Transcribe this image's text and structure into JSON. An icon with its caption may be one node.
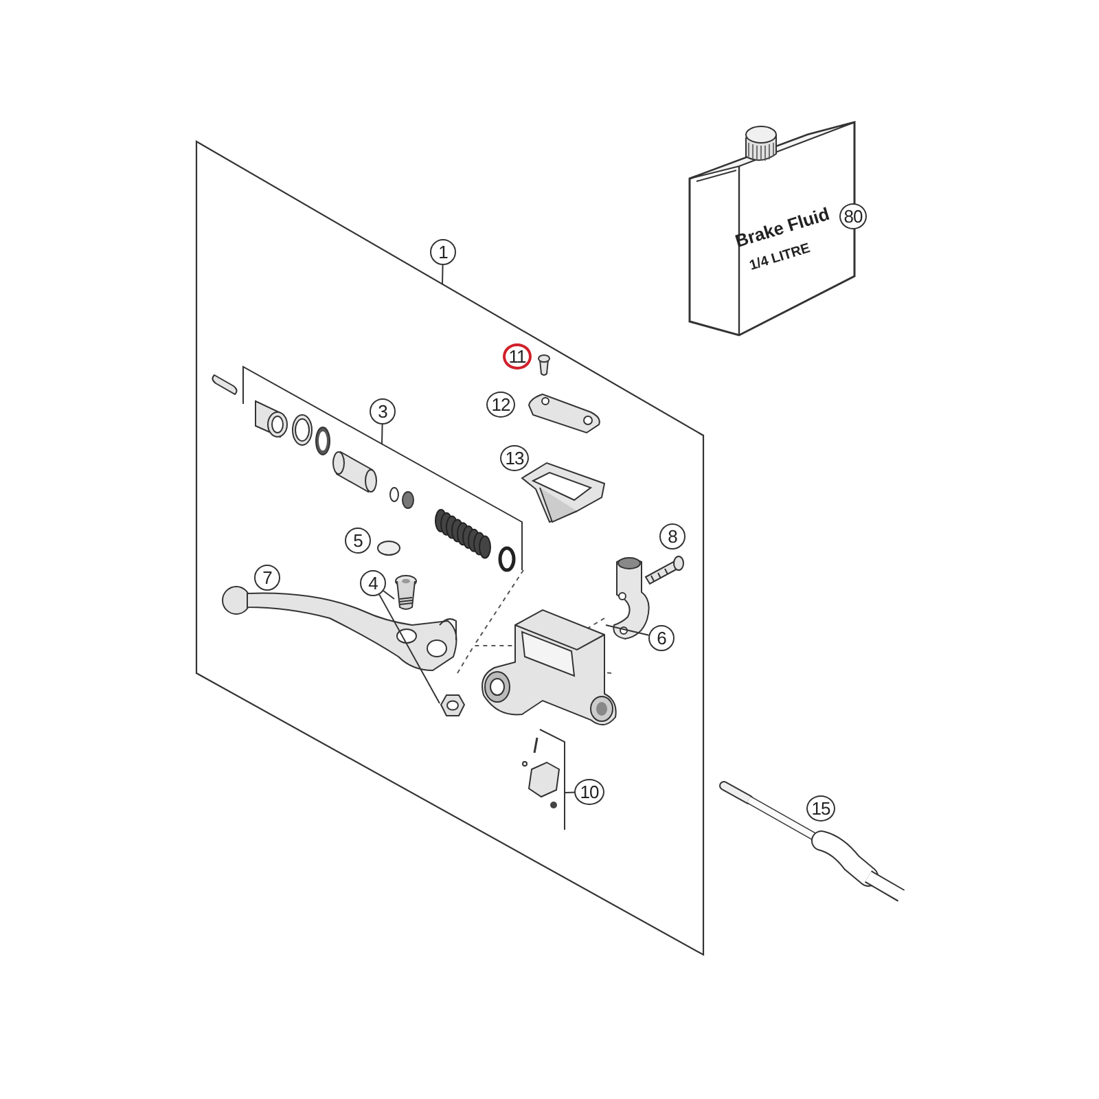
{
  "diagram": {
    "nodes": [
      {
        "text": [
          "80"
        ]
      },
      {
        "text": [
          "1"
        ]
      },
      {
        "text": [],
        "shape": "box"
      },
      {
        "text": [
          "11"
        ],
        "in": 2
      },
      {
        "text": [
          "12"
        ],
        "in": 2
      },
      {
        "text": [
          "3"
        ],
        "in": 2
      },
      {
        "text": [
          "13"
        ],
        "in": 2
      },
      {
        "text": [
          "8"
        ],
        "in": 2
      },
      {
        "text": [
          "5"
        ],
        "in": 2
      },
      {
        "text": [
          "7"
        ],
        "in": 2
      },
      {
        "text": [
          "4"
        ],
        "in": 2
      },
      {
        "text": [],
        "shape": "picture",
        "in": 2
      },
      {
        "text": [],
        "shape": "picture",
        "in": 2
      },
      {
        "text": [
          "6"
        ],
        "in": 2
      },
      {
        "text": [],
        "shape": "picture",
        "in": 2
      },
      {
        "text": [
          "10"
        ],
        "in": 2
      },
      {
        "text": [],
        "shape": "box",
        "in": 2
      },
      {
        "text": [
          "15"
        ]
      },
      {
        "text": [
          "Brake Fluid",
          "1/4 LITRE"
        ]
      }
    ],
    "edges": [
      {
        "from": 1,
        "to": 2,
        "arrow": "none"
      },
      {
        "from": 5,
        "to": null,
        "arrow": "none"
      },
      {
        "from": 10,
        "to": 11,
        "arrow": "none"
      },
      {
        "from": 10,
        "to": 12,
        "arrow": "none"
      },
      {
        "from": 13,
        "to": 14,
        "arrow": "none"
      },
      {
        "from": 15,
        "to": 16,
        "arrow": "none"
      }
    ]
  }
}
